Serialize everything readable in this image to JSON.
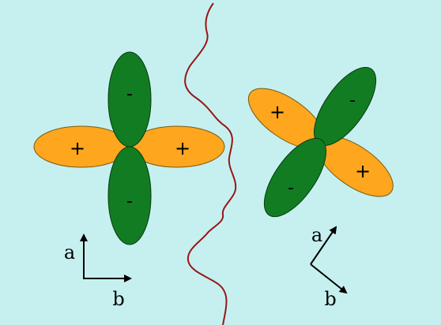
{
  "colors": {
    "background": "#c6f0f0",
    "positive_lobe": "#ffa61f",
    "negative_lobe": "#117c22",
    "boundary": "#9b1515",
    "outline": "#000000"
  },
  "left_orbital": {
    "left_lobe_sign": "+",
    "right_lobe_sign": "+",
    "top_lobe_sign": "-",
    "bottom_lobe_sign": "-"
  },
  "right_orbital": {
    "upper_left_lobe_sign": "+",
    "upper_right_lobe_sign": "-",
    "lower_left_lobe_sign": "-",
    "lower_right_lobe_sign": "+"
  },
  "left_axes": {
    "a_label": "a",
    "b_label": "b"
  },
  "right_axes": {
    "a_label": "a",
    "b_label": "b"
  }
}
